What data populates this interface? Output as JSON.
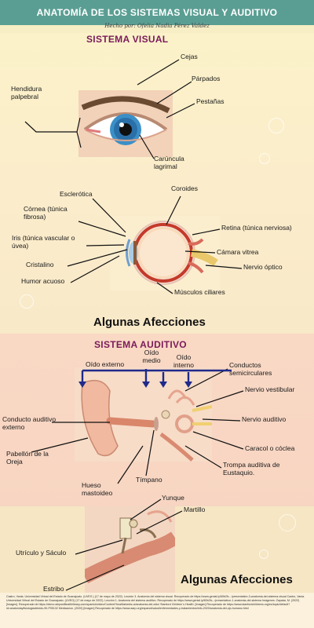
{
  "header": {
    "title": "ANATOMÍA DE LOS SISTEMAS VISUAL Y AUDITIVO",
    "author": "Hecho por: Ofelia Nadia Pérez Valdez"
  },
  "visual": {
    "title": "SISTEMA VISUAL",
    "labels": {
      "cejas": "Cejas",
      "parpados": "Párpados",
      "hendidura": "Hendidura palpebral",
      "pestanas": "Pestañas",
      "caruncula": "Carúncula lagrimal",
      "esclerotica": "Esclerótica",
      "coroides": "Coroides",
      "cornea": "Córnea (túnica fibrosa)",
      "iris": "Iris (túnica vascular o úvea)",
      "retina": "Retina (túnica nerviosa)",
      "camara": "Cámara vitrea",
      "cristalino": "Cristalino",
      "nervio_optico": "Nervio óptico",
      "humor": "Humor acuoso",
      "musculos": "Músculos ciliares"
    },
    "afecciones": "Algunas Afecciones"
  },
  "auditivo": {
    "title": "SISTEMA AUDITIVO",
    "labels": {
      "oido_externo": "Oído externo",
      "oido_medio": "Oído medio",
      "oido_interno": "Oído interno",
      "conductos": "Conductos semicirculares",
      "nervio_vestibular": "Nervio vestibular",
      "nervio_auditivo": "Nervio auditivo",
      "conducto_auditivo": "Conducto auditivo externo",
      "caracol": "Caracol o cóclea",
      "pabellon": "Pabellón de la Oreja",
      "trompa": "Trompa auditiva de Eustaquio.",
      "timpano": "Tímpano",
      "hueso": "Hueso mastoideo",
      "yunque": "Yunque",
      "martillo": "Martillo",
      "utriculo": "Utrículo y Sáculo",
      "estribo": "Estribo"
    },
    "afecciones": "Algunas Afecciones"
  },
  "references": "Castro, Vania. Universidad Virtual del Estado de Guanajuato. (UVEG.) (17 de mayo de 2022). Lección 3. Anatomía del sistema visual. Recuperado de https://www.genial.ly/60b2fc.../presentation-3-anatomia-del-sistema-visual Castro, Vania. Universidad Virtual del Estado de Guanajuato. (UVEG) (17 de mayo de 2022). Lección 1. Anatomía del sistema auditivo. Recuperado de https://www.genial.ly/60b2fc.../presentation-1-anatomia-del-sistema Imágenes: Zapatar, M. (2022) [Imagen]. Recuperado de https://demo.stepwelltealthlibrary.com/spanish/video/Content?healthsheets-ui/anatomia-del-oido/ Stanford Children´s Health. [Imagen] Recuperado de https://www.stanfordchildrens.org/es/topic/default?id=anatomiayfisiologiadeloido-90-P05132 Medicacion. (2020) [Imagen] Recuperado de https://www.aarp.org/espanol/salud/enfermedades-y-tratamientos/info-2020/anatomia-del-ojo-humano.html",
  "colors": {
    "header": "#5a9e93",
    "section_title": "#7a1b5a",
    "arrow": "#1f2a8a"
  }
}
